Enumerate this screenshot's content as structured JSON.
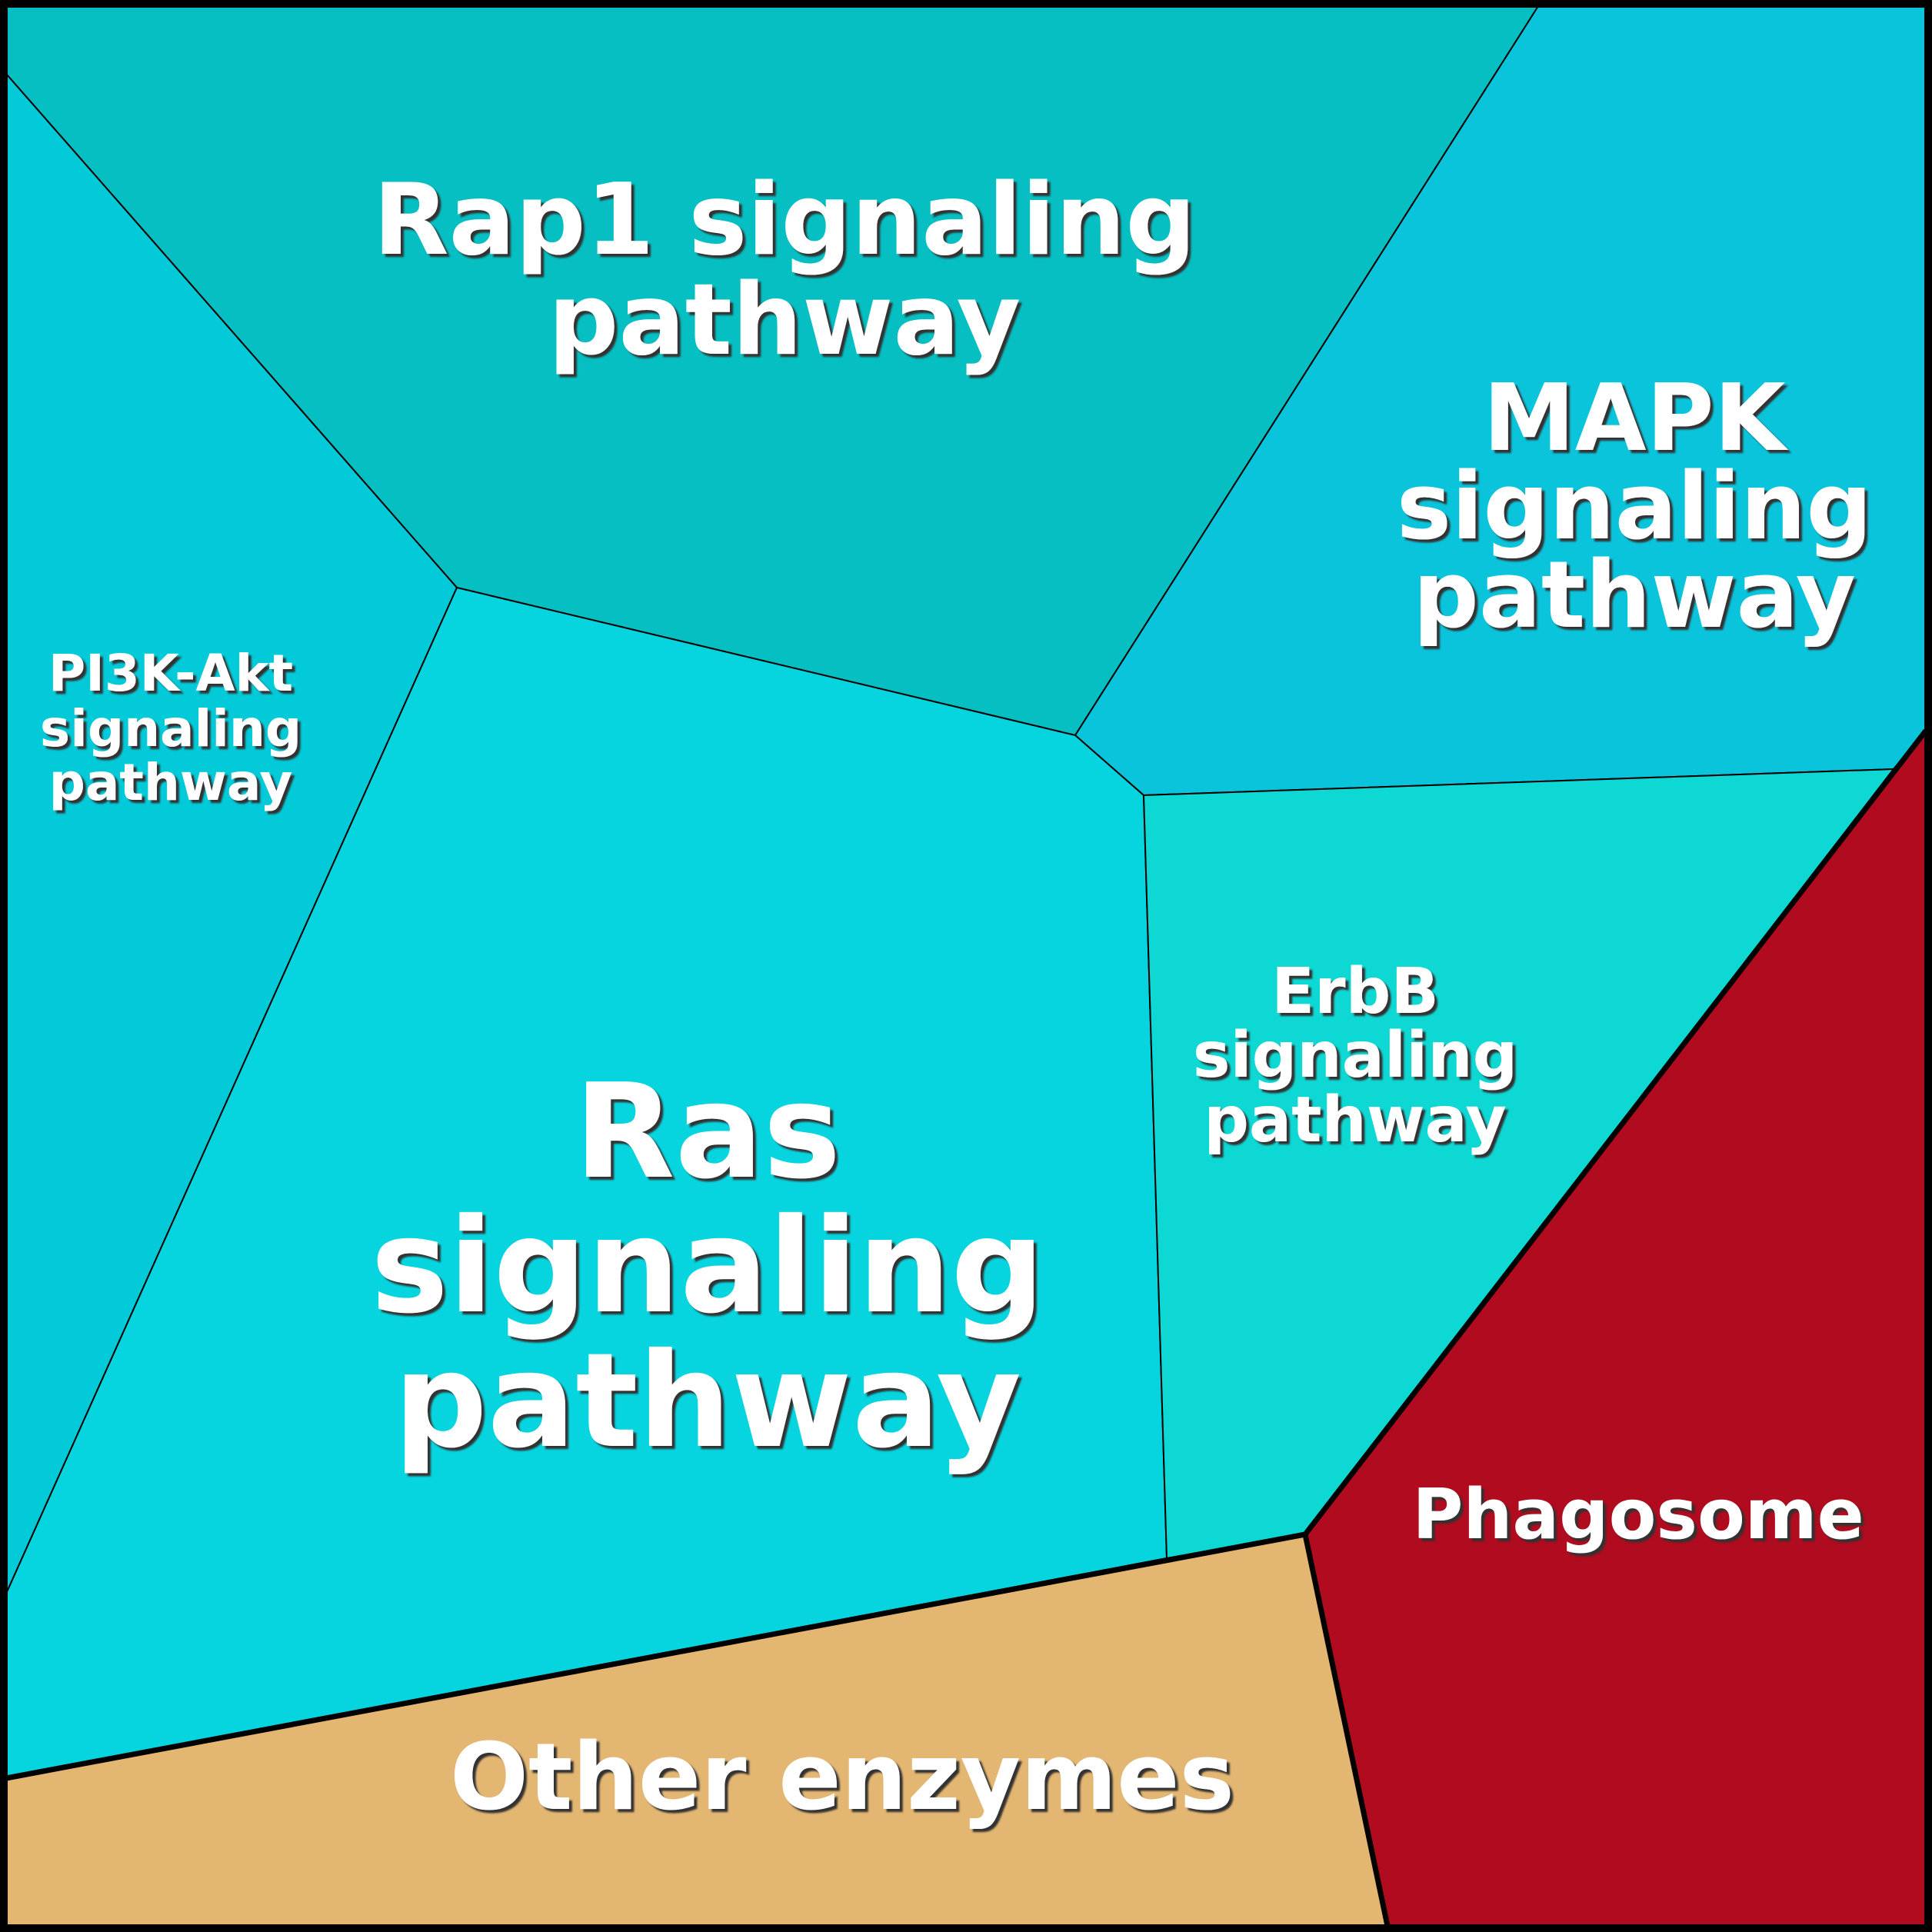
{
  "title": "Pathway Voronoi treemap",
  "cells": [
    {
      "id": "rap1",
      "label_lines": [
        "Rap1 signaling",
        "pathway"
      ],
      "color": "#05bfc2",
      "group": "signaling"
    },
    {
      "id": "mapk",
      "label_lines": [
        "MAPK",
        "signaling",
        "pathway"
      ],
      "color": "#0ac4dc",
      "group": "signaling"
    },
    {
      "id": "pi3k",
      "label_lines": [
        "PI3K-Akt",
        "signaling",
        "pathway"
      ],
      "color": "#02cad8",
      "group": "signaling"
    },
    {
      "id": "ras",
      "label_lines": [
        "Ras",
        "signaling",
        "pathway"
      ],
      "color": "#06d5e0",
      "group": "signaling"
    },
    {
      "id": "erbb",
      "label_lines": [
        "ErbB",
        "signaling",
        "pathway"
      ],
      "color": "#0ed8d4",
      "group": "signaling"
    },
    {
      "id": "phagosome",
      "label_lines": [
        "Phagosome"
      ],
      "color": "#b00b1e",
      "group": "phagosome"
    },
    {
      "id": "other",
      "label_lines": [
        "Other enzymes"
      ],
      "color": "#e3b672",
      "group": "other"
    }
  ]
}
